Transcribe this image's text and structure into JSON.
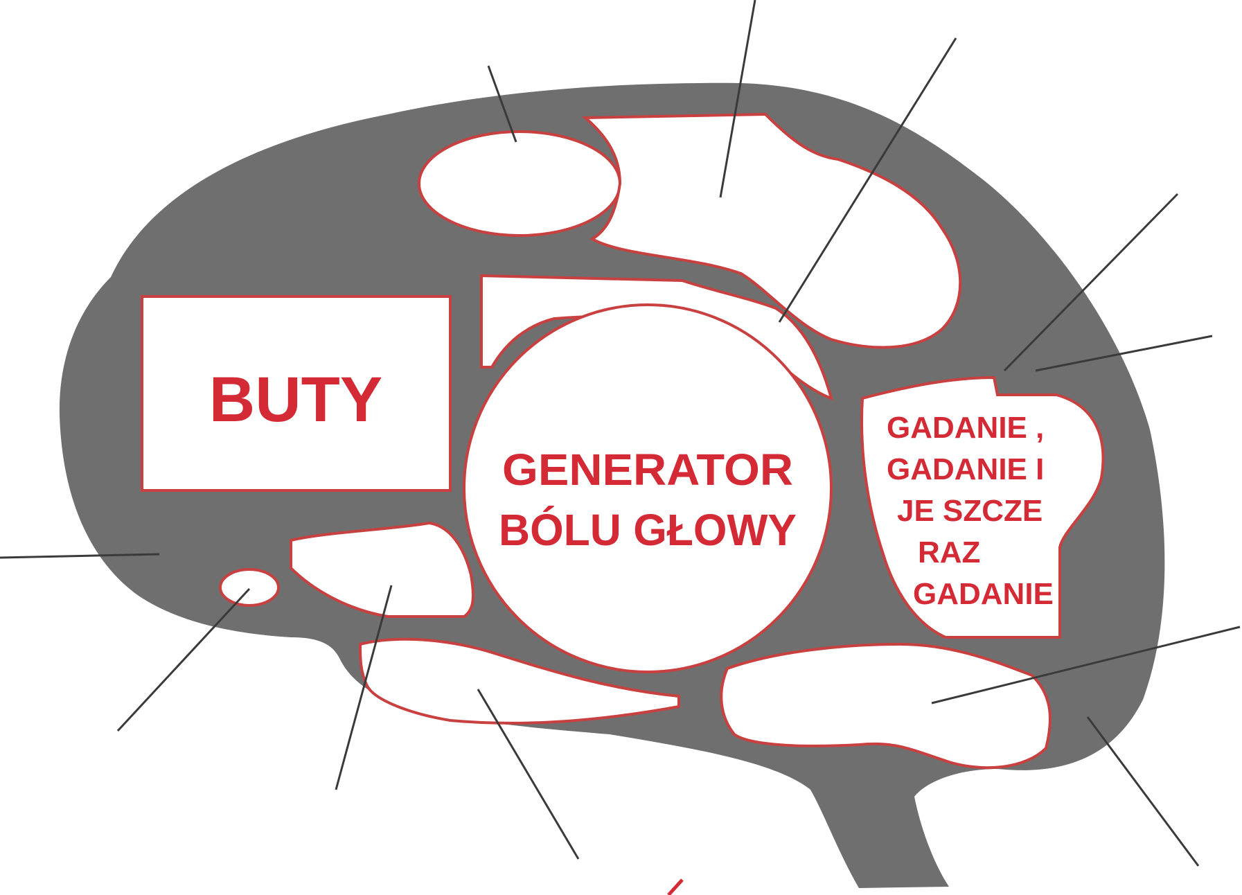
{
  "regions": [
    {
      "id": "buty",
      "lines": [
        "BUTY"
      ]
    },
    {
      "id": "generator",
      "lines": [
        "GENERATOR",
        "BÓLU GŁOWY"
      ]
    },
    {
      "id": "gadanie",
      "lines": [
        "GADANIE ,",
        "GADANIE I",
        "JE SZCZE",
        "RAZ",
        "GADANIE"
      ]
    }
  ],
  "colors": {
    "brain_fill": "#6f6f6f",
    "region_stroke": "#c8403f",
    "label_text": "#d42a35",
    "leader_line": "#3a3a3a",
    "region_fill": "#ffffff"
  }
}
